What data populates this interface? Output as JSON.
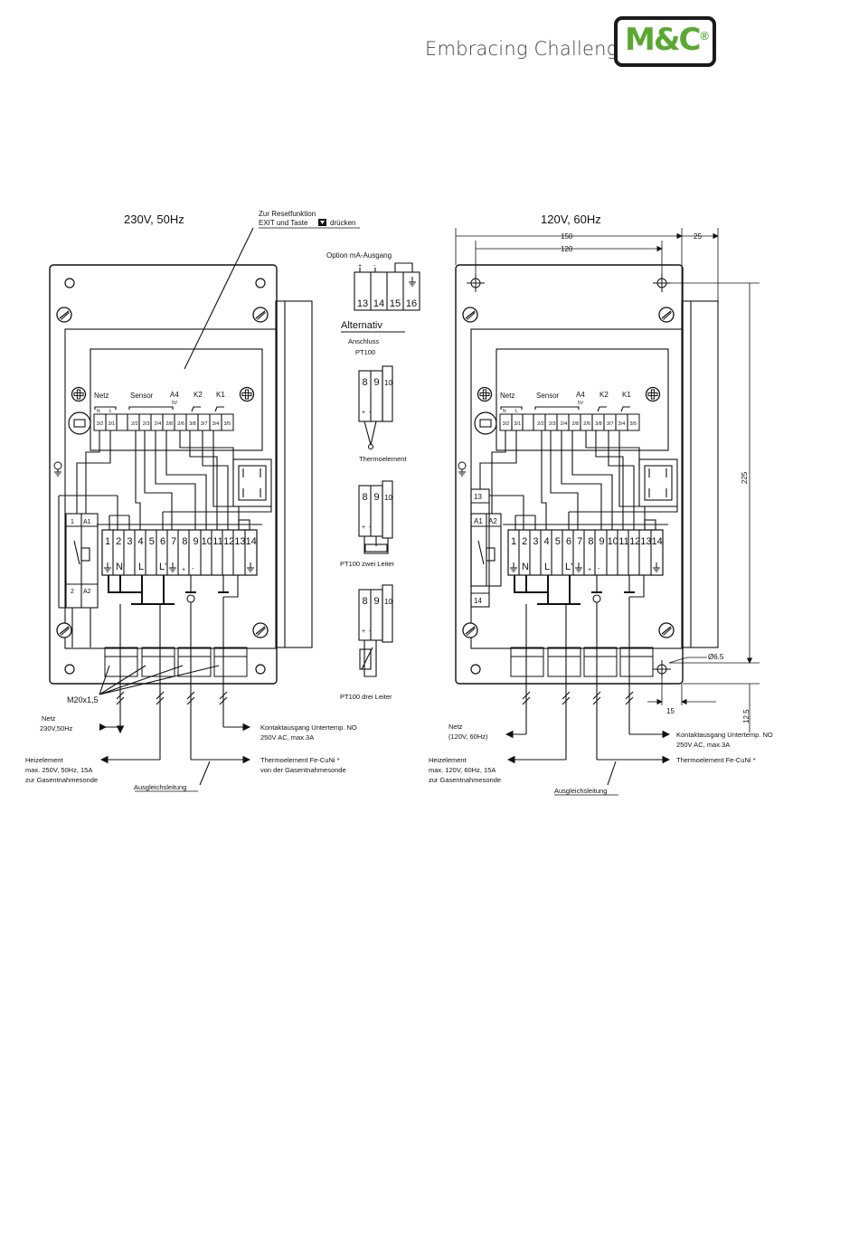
{
  "header": {
    "tagline": "Embracing Challenge",
    "logo_text": "M&C",
    "logo_reg": "®"
  },
  "left": {
    "title": "230V, 50Hz",
    "reset_note_1": "Zur Resetfunktion",
    "reset_note_2a": "EXIT und  Taste",
    "reset_note_2b": "drücken",
    "groups": {
      "netz": "Netz",
      "sensor": "Sensor",
      "a4": "A4",
      "a4_5v": "5V",
      "k2": "K2",
      "k1": "K1",
      "n": "N",
      "l": "L"
    },
    "top_terms": [
      "3/2",
      "3/1",
      "",
      "2/2",
      "2/3",
      "2/4",
      "2/8",
      "2/6",
      "3/8",
      "3/7",
      "3/4",
      "3/5"
    ],
    "main_terms": [
      "1",
      "2",
      "3",
      "4",
      "5",
      "6",
      "7",
      "8",
      "9",
      "10",
      "11",
      "12",
      "13",
      "14"
    ],
    "sub_labels": {
      "n": "N",
      "l": "L",
      "lp": "L'",
      "plus": "+",
      "minus": "-"
    },
    "relay_terms": {
      "t1": "1",
      "a1": "A1",
      "t2": "2",
      "a2": "A2"
    },
    "gland_label": "M20x1,5",
    "netz_line1": "Netz",
    "netz_line2": "230V,50Hz",
    "heiz_line1": "Heizelement",
    "heiz_line2": "max. 250V, 50Hz, 15A",
    "heiz_line3": "zur Gasentnahmesonde",
    "ausgleich": "Ausgleichsleitung",
    "kontakt_line1": "Kontaktausgang Untertemp. NO",
    "kontakt_line2": "250V AC, max.3A",
    "thermo_line1": "Thermoelement Fe-CuNi *",
    "thermo_line2": "von der Gasentnahmesonde"
  },
  "middle": {
    "option_title": "Option mA-Ausgang",
    "option_terms": [
      "13",
      "14",
      "15",
      "16"
    ],
    "alternativ": "Alternativ",
    "anschluss": "Anschluss",
    "pt100": "PT100",
    "alt_terms": [
      "8",
      "9",
      "10"
    ],
    "thermoelement": "Thermoelement",
    "pt100_zwei": "PT100 zwei Leiter",
    "pt100_drei": "PT100 drei Leiter"
  },
  "right": {
    "title": "120V, 60Hz",
    "dim_150": "150",
    "dim_120": "120",
    "dim_25": "25",
    "dim_225": "225",
    "dim_125": "12.5",
    "dim_15": "15",
    "dim_hole": "Ø6.5",
    "relay_terms": {
      "t13": "13",
      "a1": "A1",
      "a2": "A2",
      "t14": "14"
    },
    "netz_line1": "Netz",
    "netz_line2": "(120V, 60Hz)",
    "heiz_line1": "Heizelement",
    "heiz_line2": "max. 120V, 60Hz, 15A",
    "heiz_line3": "zur Gasentnahmesonde",
    "ausgleich": "Ausgleichsleitung",
    "kontakt_line1": "Kontaktausgang Untertemp. NO",
    "kontakt_line2": "250V AC, max.3A",
    "thermo_line1": "Thermoelement Fe-CuNi *"
  }
}
